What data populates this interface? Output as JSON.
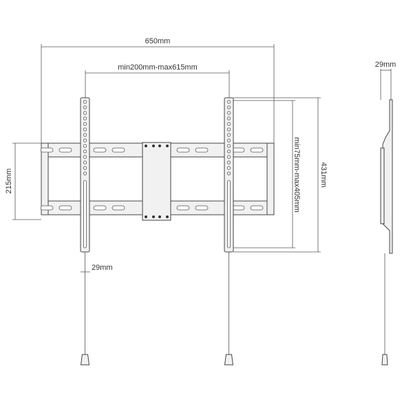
{
  "dimensions": {
    "overall_width": "650mm",
    "arm_spacing": "min200mm-max615mm",
    "rail_height": "215mm",
    "arm_length": "431mm",
    "vertical_range": "min75mm-max405mm",
    "arm_width": "29mm",
    "profile_depth": "29mm"
  },
  "colors": {
    "line": "#555555",
    "part_fill": "#f1f1f1"
  }
}
